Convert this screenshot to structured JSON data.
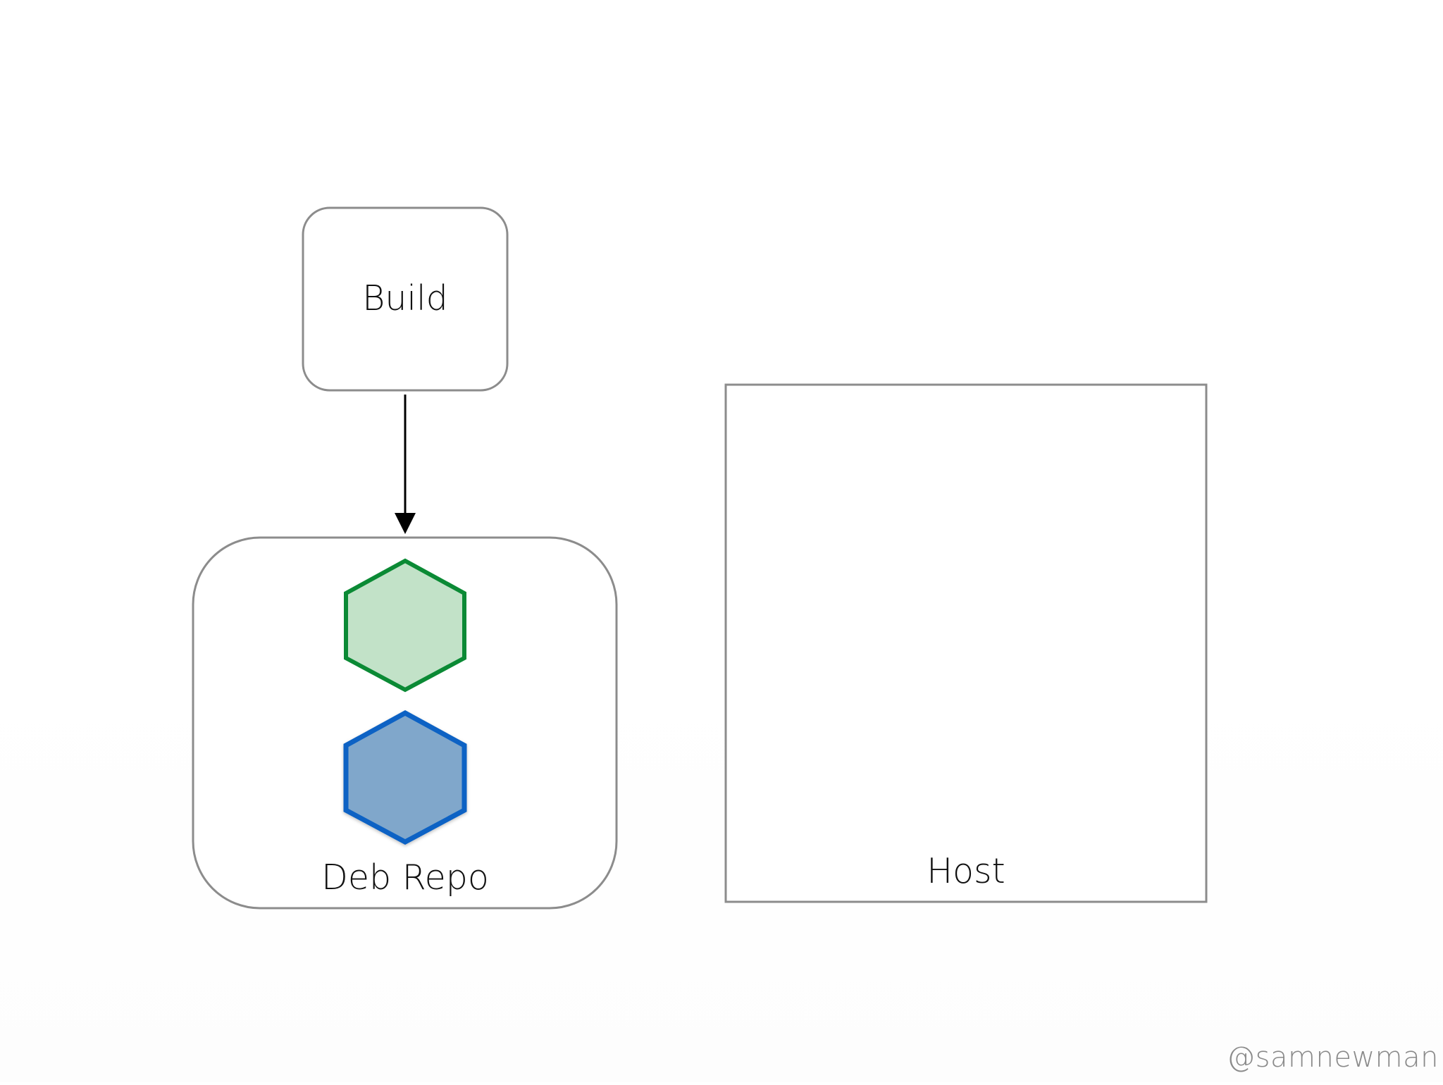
{
  "diagram": {
    "nodes": {
      "build": {
        "label": "Build"
      },
      "deb_repo": {
        "label": "Deb Repo"
      },
      "host": {
        "label": "Host"
      }
    },
    "packages": [
      {
        "name": "package-green",
        "fill": "#c2e2c8",
        "stroke": "#0b8a35"
      },
      {
        "name": "package-blue",
        "fill": "#80a7cb",
        "stroke": "#0b62c4"
      }
    ],
    "edges": [
      {
        "from": "build",
        "to": "deb_repo"
      }
    ],
    "colors": {
      "box_stroke": "#8c8c8c",
      "arrow": "#000000",
      "text": "#111111"
    }
  },
  "footer": {
    "handle": "@samnewman"
  }
}
